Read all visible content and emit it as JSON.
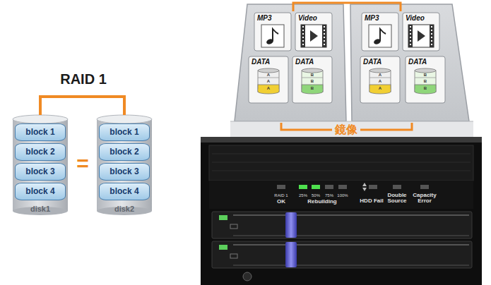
{
  "diagram": {
    "title": "RAID 1",
    "nodes": [
      {
        "text": [
          "disk1"
        ]
      },
      {
        "text": [
          "block 1"
        ],
        "in": 0
      },
      {
        "text": [
          "block 2"
        ],
        "in": 0
      },
      {
        "text": [
          "block 3"
        ],
        "in": 0
      },
      {
        "text": [
          "block 4"
        ],
        "in": 0
      },
      {
        "text": [
          "disk2"
        ]
      },
      {
        "text": [
          "block 1"
        ],
        "in": 5
      },
      {
        "text": [
          "block 2"
        ],
        "in": 5
      },
      {
        "text": [
          "block 3"
        ],
        "in": 5
      },
      {
        "text": [
          "block 4"
        ],
        "in": 5
      },
      {
        "text": [
          "MP3"
        ]
      },
      {
        "text": [
          "Video"
        ]
      },
      {
        "text": [
          "DATA"
        ]
      },
      {
        "text": [
          "DATA"
        ]
      },
      {
        "text": [
          "MP3"
        ]
      },
      {
        "text": [
          "Video"
        ]
      },
      {
        "text": [
          "DATA"
        ]
      },
      {
        "text": [
          "DATA"
        ]
      }
    ],
    "edges": [
      {
        "from": 0,
        "to": 5,
        "arrow": "none"
      }
    ],
    "labels": [
      "=",
      "鏡像",
      "RAID 1",
      "OK",
      "25%",
      "50%",
      "75%",
      "100%",
      "Rebuilding",
      "HDD Fail",
      "Double Source",
      "Capacity Error",
      "A",
      "A",
      "A",
      "B",
      "B",
      "B",
      "A",
      "A",
      "A",
      "B",
      "B",
      "B"
    ]
  }
}
